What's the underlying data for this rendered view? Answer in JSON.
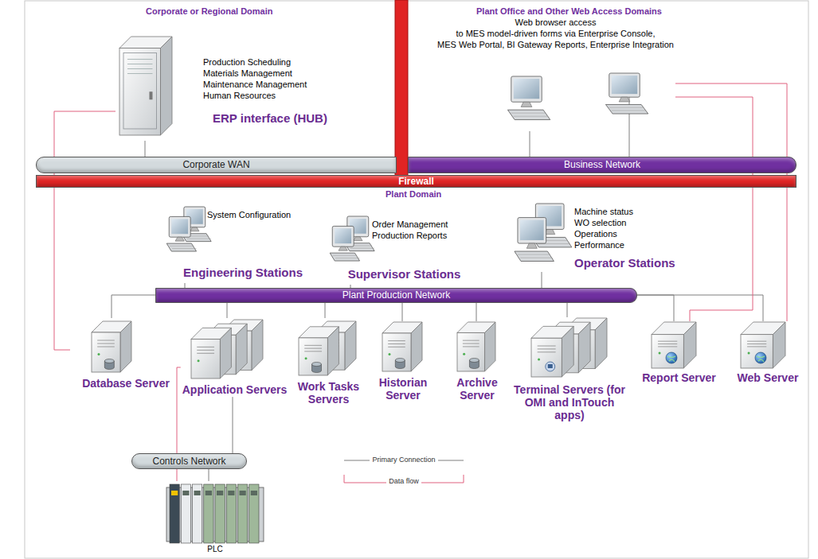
{
  "diagram": {
    "nodes": [
      {
        "text": [
          "Production Scheduling",
          "Materials Management",
          "Maintenance Management",
          "Human Resources",
          "ERP interface (HUB)"
        ]
      },
      {
        "text": [
          "Web browser access",
          "to MES model-driven forms via Enterprise Console,",
          "MES Web Portal, BI Gateway Reports, Enterprise Integration"
        ]
      },
      {
        "text": [
          "Corporate WAN"
        ]
      },
      {
        "text": [
          "Business Network"
        ]
      },
      {
        "text": [
          "Firewall"
        ]
      },
      {
        "text": [
          "System Configuration",
          "Engineering Stations"
        ]
      },
      {
        "text": [
          "Order Management",
          "Production Reports",
          "Supervisor Stations"
        ]
      },
      {
        "text": [
          "Machine status",
          "WO selection",
          "Operations",
          "Performance",
          "Operator Stations"
        ]
      },
      {
        "text": [
          "Plant Production Network"
        ]
      },
      {
        "text": [
          "Database Server"
        ]
      },
      {
        "text": [
          "Application Servers"
        ]
      },
      {
        "text": [
          "Work Tasks Servers"
        ]
      },
      {
        "text": [
          "Historian Server"
        ]
      },
      {
        "text": [
          "Archive Server"
        ]
      },
      {
        "text": [
          "Terminal Servers (for OMI and InTouch apps)"
        ]
      },
      {
        "text": [
          "Report Server"
        ]
      },
      {
        "text": [
          "Web Server"
        ]
      },
      {
        "text": [
          "Controls Network"
        ]
      },
      {
        "text": [
          "PLC"
        ]
      }
    ],
    "edges": [
      {
        "from": 0,
        "to": 2,
        "arrow": "none"
      },
      {
        "from": 1,
        "to": 3,
        "arrow": "none"
      },
      {
        "from": 5,
        "to": 8,
        "arrow": "none"
      },
      {
        "from": 6,
        "to": 8,
        "arrow": "none"
      },
      {
        "from": 7,
        "to": 8,
        "arrow": "none"
      },
      {
        "from": 8,
        "to": 9,
        "arrow": "none"
      },
      {
        "from": 8,
        "to": 10,
        "arrow": "none"
      },
      {
        "from": 8,
        "to": 11,
        "arrow": "none"
      },
      {
        "from": 8,
        "to": 12,
        "arrow": "none"
      },
      {
        "from": 8,
        "to": 13,
        "arrow": "none"
      },
      {
        "from": 8,
        "to": 14,
        "arrow": "none"
      },
      {
        "from": 8,
        "to": 15,
        "arrow": "none"
      },
      {
        "from": 8,
        "to": 16,
        "arrow": "none"
      },
      {
        "from": 10,
        "to": 17,
        "arrow": "none"
      },
      {
        "from": 17,
        "to": 18,
        "arrow": "none"
      },
      {
        "from": 0,
        "to": 9,
        "arrow": "none"
      },
      {
        "from": 1,
        "to": 16,
        "arrow": "none"
      },
      {
        "from": 1,
        "to": 15,
        "arrow": "none"
      },
      {
        "from": 10,
        "to": 18,
        "arrow": "none"
      }
    ],
    "labels": [
      "Corporate or Regional Domain",
      "Plant Office and Other Web Access Domains",
      "Plant Domain"
    ],
    "legend": [
      {
        "text": "Primary Connection"
      },
      {
        "text": "Data flow"
      }
    ]
  }
}
